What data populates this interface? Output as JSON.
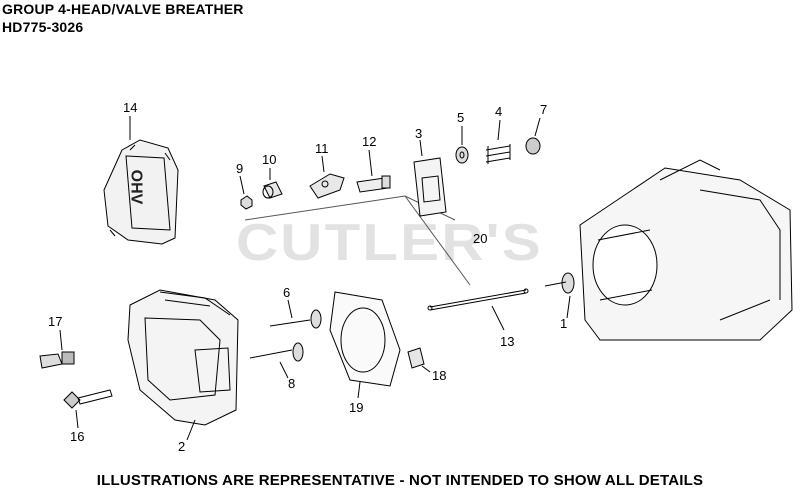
{
  "header": {
    "title": "GROUP 4-HEAD/VALVE BREATHER",
    "model": "HD775-3026"
  },
  "watermark": "CUTLER'S",
  "footer": "ILLUSTRATIONS ARE REPRESENTATIVE - NOT INTENDED TO SHOW ALL DETAILS",
  "callouts": {
    "c1": "1",
    "c2": "2",
    "c3": "3",
    "c4": "4",
    "c5": "5",
    "c6": "6",
    "c7": "7",
    "c8": "8",
    "c9": "9",
    "c10": "10",
    "c11": "11",
    "c12": "12",
    "c13": "13",
    "c14": "14",
    "c16": "16",
    "c17": "17",
    "c18": "18",
    "c19": "19",
    "c20": "20"
  },
  "cover_text": "OHV"
}
